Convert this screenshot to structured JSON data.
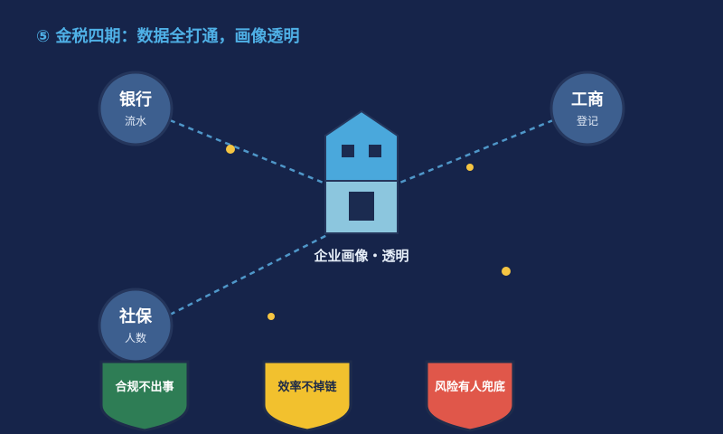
{
  "title": "⑤ 金税四期：数据全打通，画像透明",
  "center": {
    "label": "企业画像・透明"
  },
  "nodes": [
    {
      "id": "bank",
      "main": "银行",
      "sub": "流水"
    },
    {
      "id": "commerce",
      "main": "工商",
      "sub": "登记"
    },
    {
      "id": "social",
      "main": "社保",
      "sub": "人数"
    }
  ],
  "shields": [
    {
      "label": "合规不出事",
      "color": "#2e7d55",
      "text_color": "#ffffff"
    },
    {
      "label": "效率不掉链",
      "color": "#f2c12e",
      "text_color": "#1d2a48"
    },
    {
      "label": "风险有人兜底",
      "color": "#e0574a",
      "text_color": "#ffffff"
    }
  ],
  "colors": {
    "background": "#16244a",
    "accent": "#4fb0e6",
    "node_fill": "#3d5f8f",
    "node_stroke": "#25365c",
    "dash_line": "#4f97c9",
    "dot": "#f5c542",
    "house_roof": "#4aa8dc",
    "house_base": "#8cc6de",
    "house_window": "#1b2b50"
  }
}
